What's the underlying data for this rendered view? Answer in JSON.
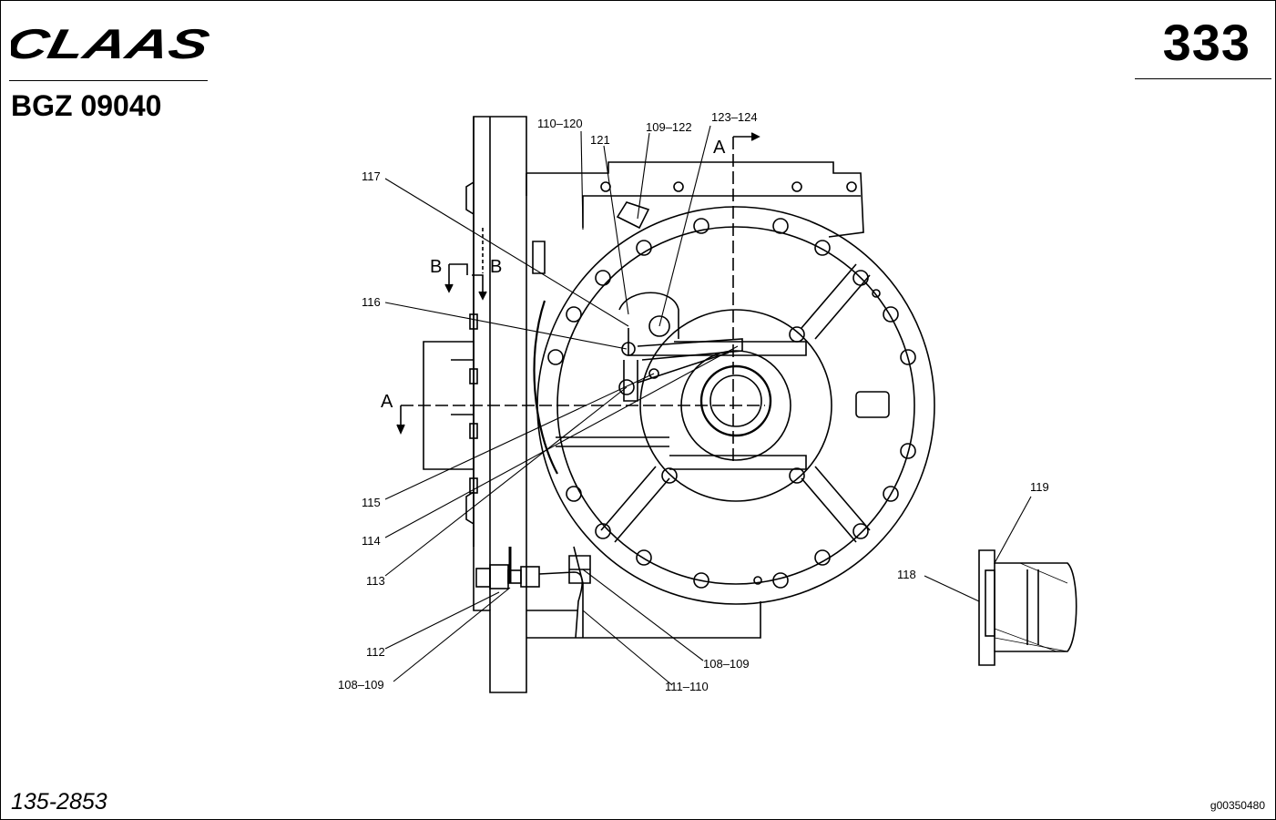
{
  "header": {
    "brand": "CLAAS",
    "page_number": "333",
    "group_code": "BGZ 09040"
  },
  "footer": {
    "catalog_number": "135-2853",
    "image_id": "g00350480"
  },
  "section_markers": {
    "a_top": "A",
    "a_left": "A",
    "b_left": "B",
    "b_right": "B"
  },
  "callouts": {
    "c117": "117",
    "c116": "116",
    "c115": "115",
    "c114": "114",
    "c113": "113",
    "c112": "112",
    "c108_109_left": "108–109",
    "c111_110": "111–110",
    "c108_109_right": "108–109",
    "c110_120": "110–120",
    "c121": "121",
    "c109_122": "109–122",
    "c123_124": "123–124",
    "c119": "119",
    "c118": "118"
  },
  "colors": {
    "ink": "#000000",
    "paper": "#ffffff"
  }
}
